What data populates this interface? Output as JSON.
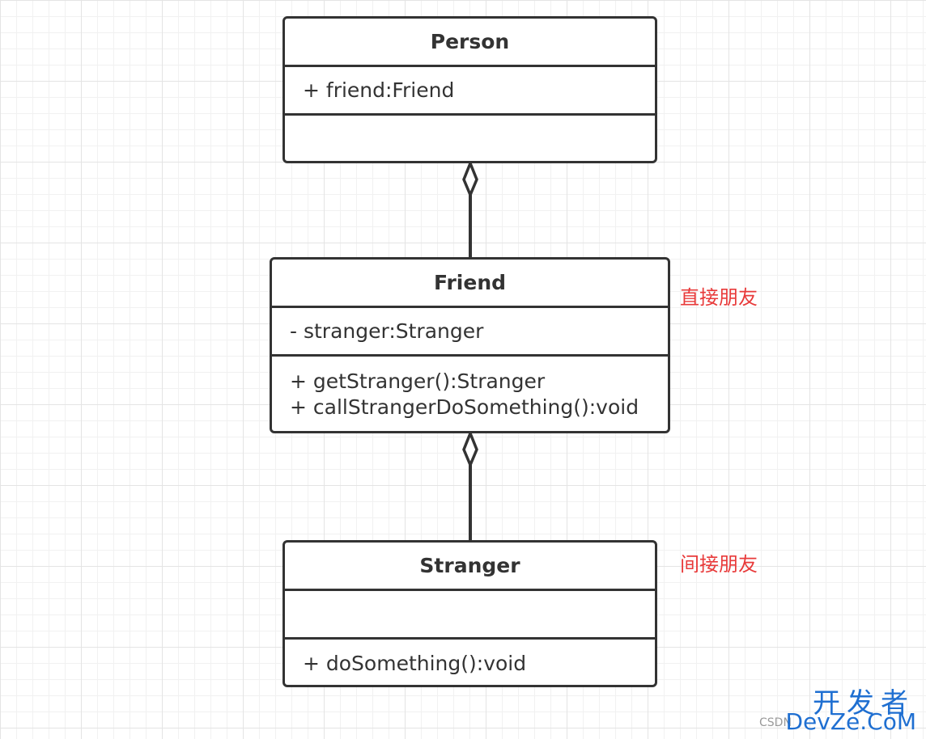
{
  "classes": {
    "person": {
      "name": "Person",
      "attributes": [
        "+ friend:Friend"
      ],
      "methods": []
    },
    "friend": {
      "name": "Friend",
      "attributes": [
        "- stranger:Stranger"
      ],
      "methods": [
        "+ getStranger():Stranger",
        "+ callStrangerDoSomething():void"
      ]
    },
    "stranger": {
      "name": "Stranger",
      "attributes": [],
      "methods": [
        "+ doSomething():void"
      ]
    }
  },
  "notes": {
    "direct_friend": "直接朋友",
    "indirect_friend": "间接朋友"
  },
  "relations": [
    {
      "from": "Friend",
      "to": "Person",
      "type": "aggregation"
    },
    {
      "from": "Stranger",
      "to": "Friend",
      "type": "aggregation"
    }
  ],
  "watermark": {
    "top": "开发者",
    "csdn": "CSDN",
    "brand": "DevZe.CoM"
  },
  "colors": {
    "line": "#333333",
    "note": "#e83a3a",
    "watermark": "#1f6fd1"
  }
}
